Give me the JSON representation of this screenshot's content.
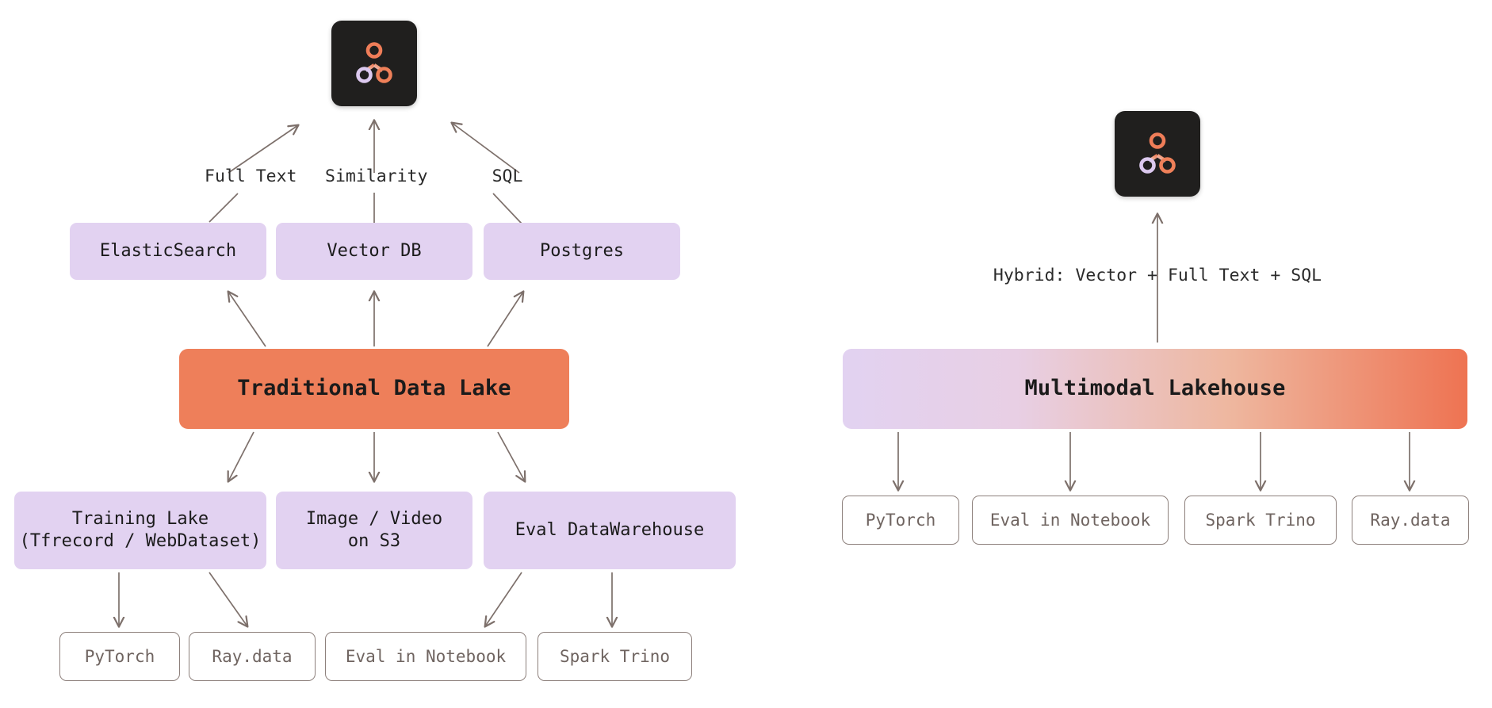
{
  "diagram": {
    "title": "Traditional Data Lake vs Multimodal Lakehouse",
    "colors": {
      "lavender": "#e2d2f1",
      "orange": "#ee7f5a",
      "outline_border": "#8d807c",
      "outline_text": "#6f6460",
      "arrow": "#7d706b",
      "logo_bg": "#201f1e",
      "logo_accent_orange": "#f08a64",
      "logo_accent_purple": "#d9c8ee",
      "background": "#ffffff"
    }
  },
  "left": {
    "logo": {
      "name": "lancedb-logo",
      "alt": "three-node-graph-logo"
    },
    "query_labels": [
      {
        "text": "Full Text"
      },
      {
        "text": "Similarity"
      },
      {
        "text": "SQL"
      }
    ],
    "engines": [
      {
        "label": "ElasticSearch"
      },
      {
        "label": "Vector DB"
      },
      {
        "label": "Postgres"
      }
    ],
    "core": {
      "label": "Traditional Data Lake"
    },
    "stores": [
      {
        "label": "Training Lake\n(Tfrecord / WebDataset)"
      },
      {
        "label": "Image / Video\non S3"
      },
      {
        "label": "Eval DataWarehouse"
      }
    ],
    "consumers": [
      {
        "label": "PyTorch"
      },
      {
        "label": "Ray.data"
      },
      {
        "label": "Eval in Notebook"
      },
      {
        "label": "Spark Trino"
      }
    ]
  },
  "right": {
    "logo": {
      "name": "lancedb-logo",
      "alt": "three-node-graph-logo"
    },
    "query_label": "Hybrid: Vector + Full Text + SQL",
    "core": {
      "label": "Multimodal Lakehouse"
    },
    "consumers": [
      {
        "label": "PyTorch"
      },
      {
        "label": "Eval in Notebook"
      },
      {
        "label": "Spark Trino"
      },
      {
        "label": "Ray.data"
      }
    ]
  }
}
